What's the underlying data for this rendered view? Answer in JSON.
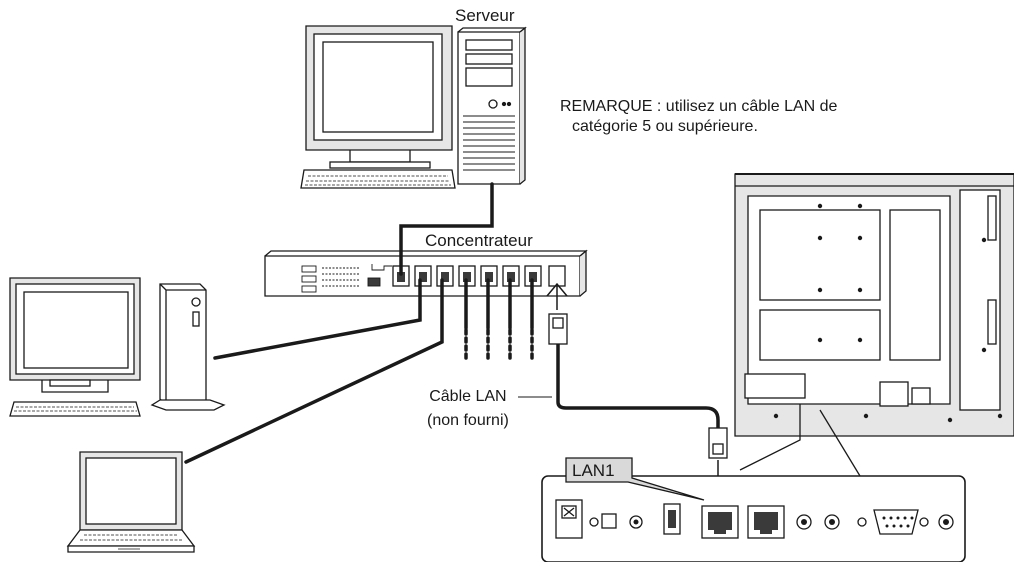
{
  "labels": {
    "server": "Serveur",
    "note_line1": "REMARQUE :  utilisez un câble LAN de",
    "note_line2": "catégorie 5 ou supérieure.",
    "hub": "Concentrateur",
    "cable_line1": "Câble LAN",
    "cable_line2": "(non fourni)",
    "lan_port": "LAN1"
  },
  "colors": {
    "line": "#1a1a1a",
    "device_fill": "#ffffff",
    "shadow_fill": "#e6e6e6",
    "dark_fill": "#3a3a3a",
    "callout_fill": "#d9d9d9"
  }
}
